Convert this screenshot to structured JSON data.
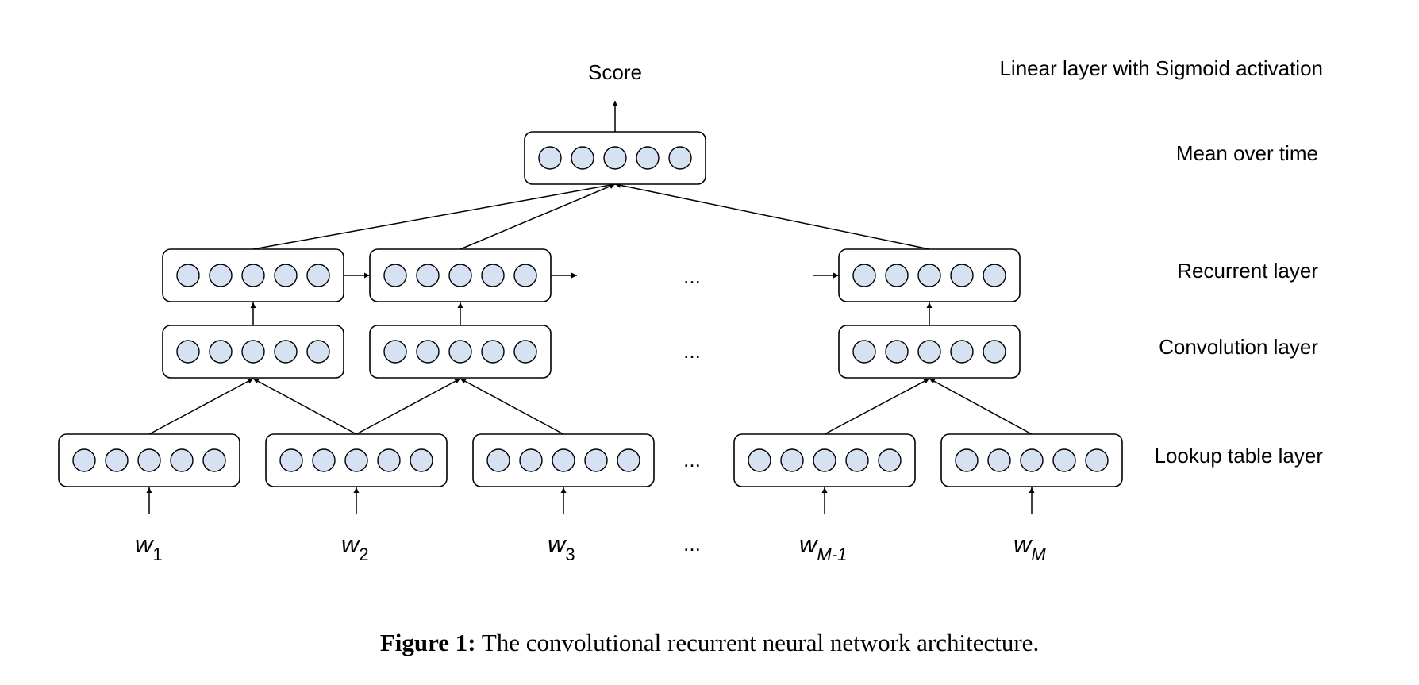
{
  "diagram": {
    "score_label": "Score",
    "ellipsis": "...",
    "layer_labels": {
      "linear": "Linear layer with Sigmoid activation",
      "mean": "Mean over time",
      "recurrent": "Recurrent layer",
      "convolution": "Convolution layer",
      "lookup": "Lookup table layer"
    },
    "words": [
      {
        "base": "w",
        "sub": "1"
      },
      {
        "base": "w",
        "sub": "2"
      },
      {
        "base": "w",
        "sub": "3"
      },
      {
        "base": "w",
        "sub": "M-1"
      },
      {
        "base": "w",
        "sub": "M"
      }
    ],
    "colors": {
      "node_fill": "#d6e2f2",
      "stroke": "#000000"
    }
  },
  "caption": {
    "label": "Figure 1:",
    "text": "The convolutional recurrent neural network architecture."
  }
}
